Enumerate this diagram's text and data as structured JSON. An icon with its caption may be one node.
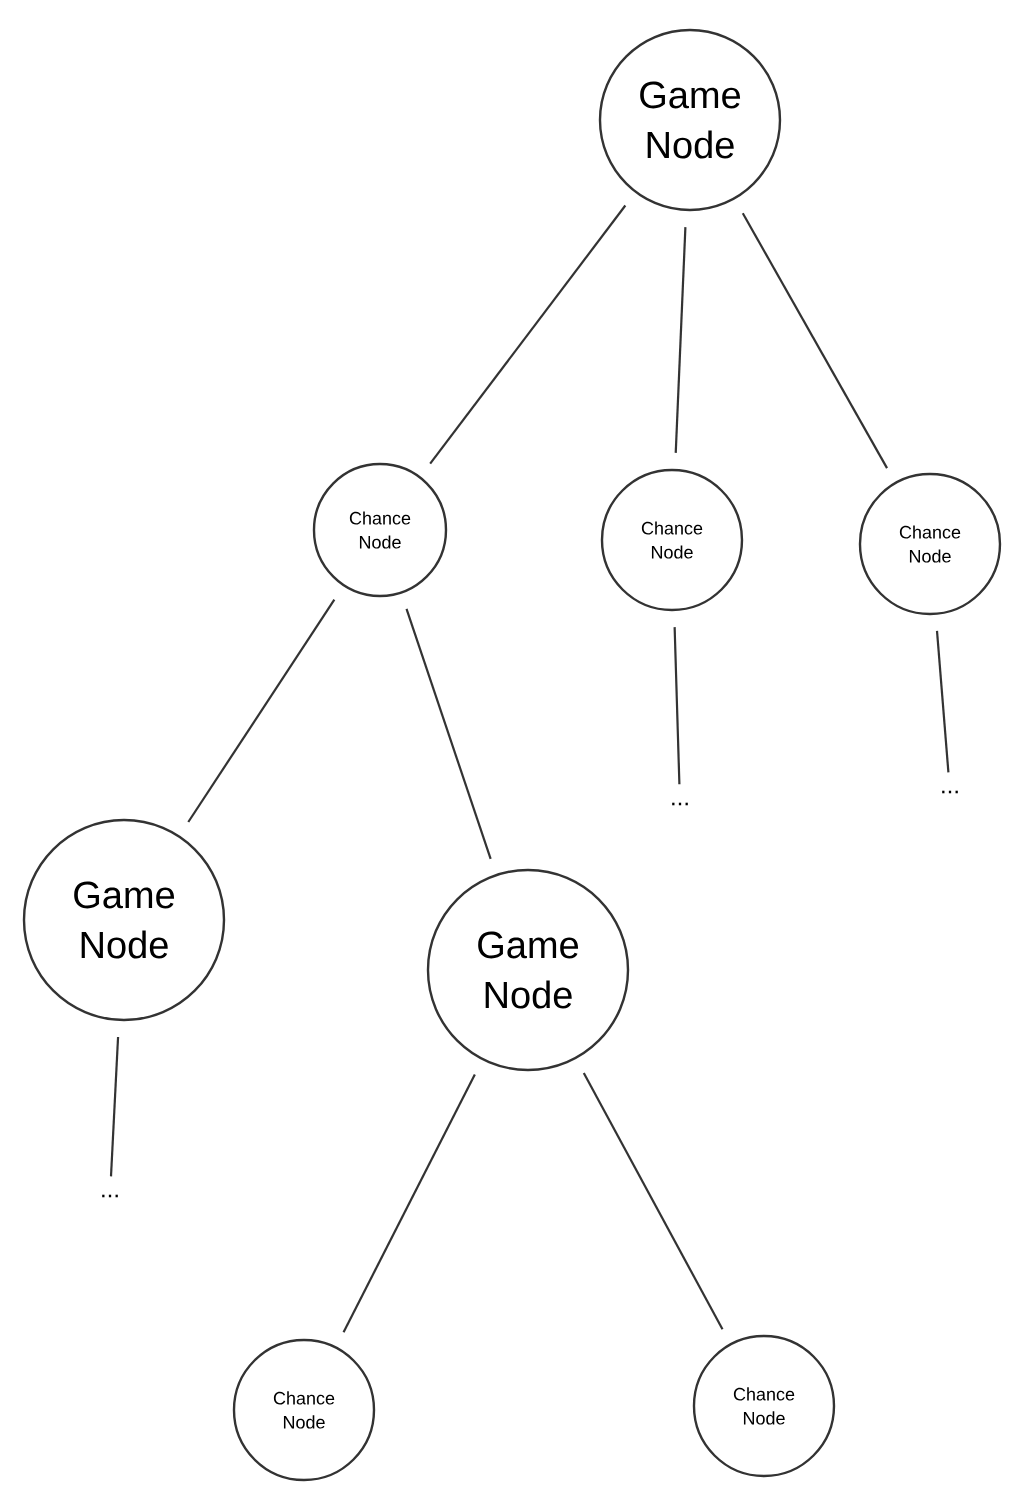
{
  "diagram": {
    "nodes": [
      {
        "text": [
          "Game Node"
        ]
      },
      {
        "text": [
          "Chance Node"
        ]
      },
      {
        "text": [
          "Chance Node"
        ]
      },
      {
        "text": [
          "Chance Node"
        ]
      },
      {
        "text": [
          "Game Node"
        ]
      },
      {
        "text": [
          "Game Node"
        ]
      },
      {
        "text": [
          "Chance Node"
        ]
      },
      {
        "text": [
          "Chance Node"
        ]
      },
      {
        "text": [
          "..."
        ]
      },
      {
        "text": [
          "..."
        ]
      },
      {
        "text": [
          "..."
        ]
      }
    ],
    "edges": [
      {
        "from": 0,
        "to": 1,
        "arrow": "none"
      },
      {
        "from": 0,
        "to": 2,
        "arrow": "none"
      },
      {
        "from": 0,
        "to": 3,
        "arrow": "none"
      },
      {
        "from": 1,
        "to": 4,
        "arrow": "none"
      },
      {
        "from": 1,
        "to": 5,
        "arrow": "none"
      },
      {
        "from": 2,
        "to": 8,
        "arrow": "none"
      },
      {
        "from": 3,
        "to": 9,
        "arrow": "none"
      },
      {
        "from": 4,
        "to": 10,
        "arrow": "none"
      },
      {
        "from": 5,
        "to": 6,
        "arrow": "none"
      },
      {
        "from": 5,
        "to": 7,
        "arrow": "none"
      }
    ]
  }
}
